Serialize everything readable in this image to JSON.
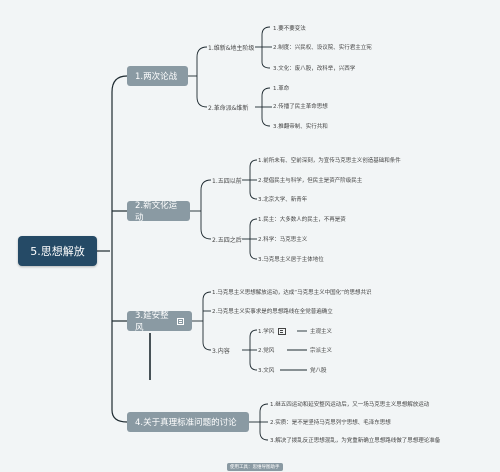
{
  "root": "5.思想解放",
  "branches": [
    {
      "label": "1.两次论战",
      "children": [
        {
          "label": "1.维新&地主阶级",
          "children": [
            "1.要不要变法",
            "2.制度：兴民权、设议院、实行君主立宪",
            "3.文化：废八股，改科举，兴西学"
          ]
        },
        {
          "label": "2.革命派&维新",
          "children": [
            "1.革命",
            "2.传播了民主革命思想",
            "3.推翻帝制、实行共和"
          ]
        }
      ]
    },
    {
      "label": "2.新文化运动",
      "children": [
        {
          "label": "1.五四以前",
          "children": [
            "1.前所未有、空前深刻，为宣传马克思主义创造基础和条件",
            "2.提倡民主与科学，但民主是资产阶级民主",
            "3.北京大学、新青年"
          ]
        },
        {
          "label": "2.五四之后",
          "children": [
            "1.民主：大多数人的民主，不再是资",
            "2.科学：马克思主义",
            "3.马克思主义居于主体地位"
          ]
        }
      ]
    },
    {
      "label": "3.延安整风",
      "children": [
        {
          "label": "1.马克思主义思想解放运动，达成“马克思主义中国化”的思想共识",
          "children": []
        },
        {
          "label": "2.马克思主义实事求是的思想路线在全党普遍确立",
          "children": []
        },
        {
          "label": "3.内容",
          "children": [
            "1.学风",
            "2.党风",
            "3.文风"
          ],
          "values": [
            "主观主义",
            "宗派主义",
            "党八股"
          ]
        }
      ]
    },
    {
      "label": "4.关于真理标准问题的讨论",
      "children": [
        {
          "label": "1.继五四运动和延安整风运动后，又一场马克思主义思想解放运动",
          "children": []
        },
        {
          "label": "2.实质：是不是坚持马克思列宁思想、毛泽东思想",
          "children": []
        },
        {
          "label": "3.解决了拨乱反正思想混乱，为党重新确立思想路线做了思想理论准备",
          "children": []
        }
      ]
    }
  ],
  "footer": "使用工具：思维导图助手",
  "colors": {
    "root": "#254a66",
    "branch": "#8a9aa3",
    "line": "#1e2a30",
    "line_light": "#333333"
  }
}
